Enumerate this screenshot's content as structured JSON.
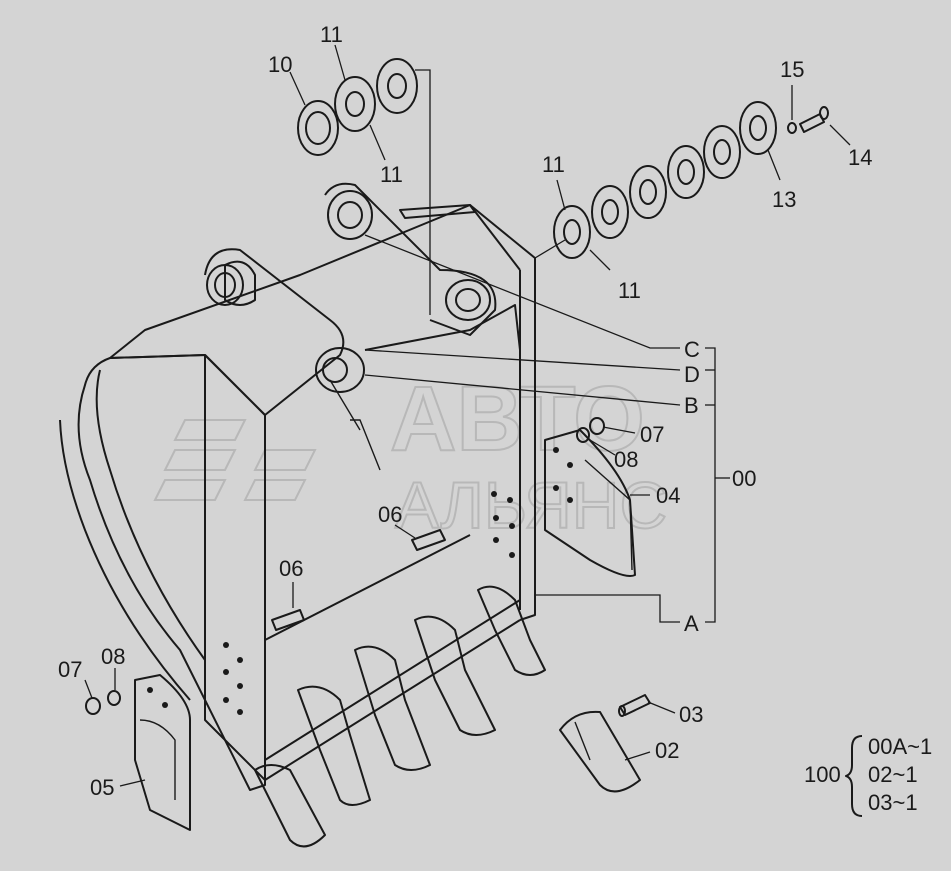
{
  "watermark": {
    "line1": "АВТО",
    "line2": "АЛЬЯНС"
  },
  "callouts": {
    "p10": "10",
    "p11a": "11",
    "p11b": "11",
    "p11c": "11",
    "p11d": "11",
    "p13": "13",
    "p14": "14",
    "p15": "15",
    "pC": "C",
    "pD": "D",
    "pB": "B",
    "p07a": "07",
    "p08a": "08",
    "p04": "04",
    "p00": "00",
    "p06a": "06",
    "p06b": "06",
    "pA": "A",
    "p03": "03",
    "p02": "02",
    "p07b": "07",
    "p08b": "08",
    "p05": "05"
  },
  "assembly_table": {
    "prefix": "100",
    "rows": [
      "00A~1",
      "02~1",
      "03~1"
    ]
  },
  "colors": {
    "background": "#d4d4d4",
    "line": "#1a1a1a",
    "watermark": "#b8b8b8"
  }
}
